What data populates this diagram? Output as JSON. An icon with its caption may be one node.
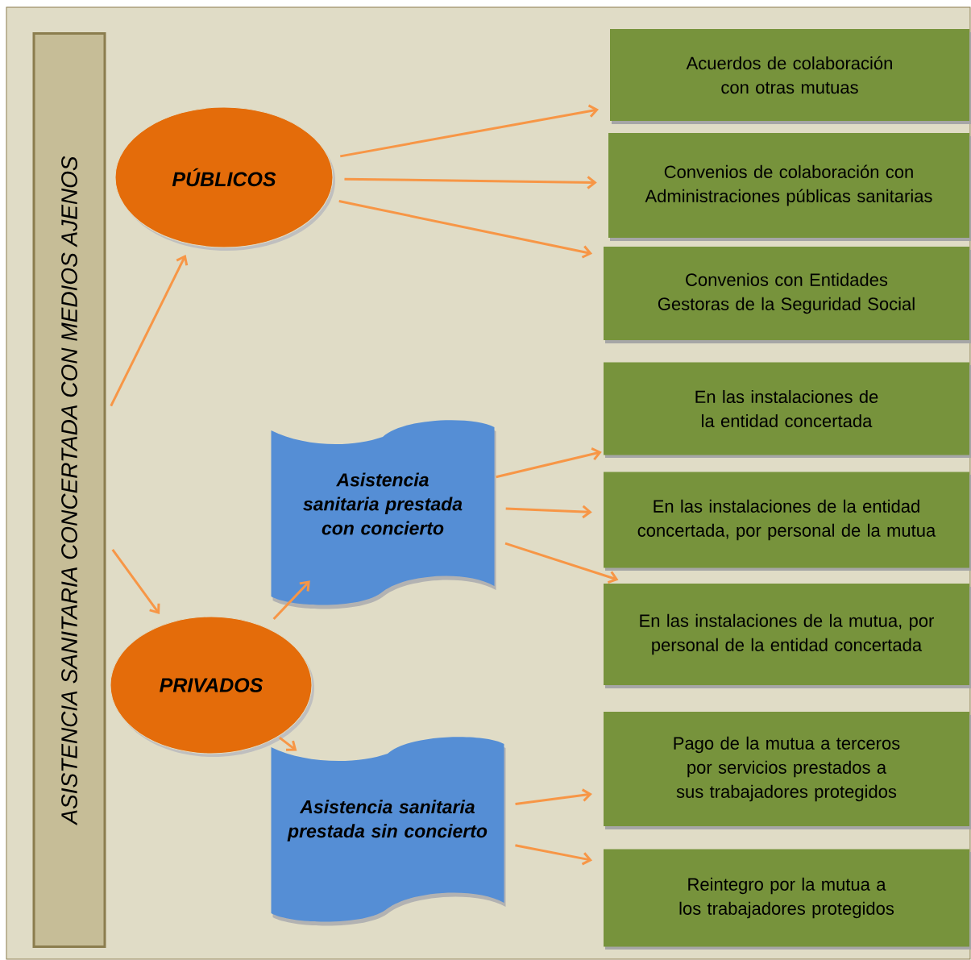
{
  "diagram": {
    "nodes": [
      {
        "text": [
          "ASISTENCIA SANITARIA CONCERTADA CON MEDIOS AJENOS"
        ]
      },
      {
        "text": [
          "PÚBLICOS"
        ]
      },
      {
        "text": [
          "PRIVADOS"
        ]
      },
      {
        "text": [
          "Asistencia sanitaria prestada con concierto"
        ]
      },
      {
        "text": [
          "Asistencia sanitaria prestada sin concierto"
        ]
      },
      {
        "text": [
          "Acuerdos de colaboración con otras mutuas"
        ]
      },
      {
        "text": [
          "Convenios de colaboración con Administraciones públicas sanitarias"
        ]
      },
      {
        "text": [
          "Convenios con Entidades Gestoras de la Seguridad Social"
        ]
      },
      {
        "text": [
          "En las instalaciones de la entidad concertada"
        ]
      },
      {
        "text": [
          "En las instalaciones de la entidad concertada, por personal de la mutua"
        ]
      },
      {
        "text": [
          "En las instalaciones de la mutua, por personal de la entidad concertada"
        ]
      },
      {
        "text": [
          "Pago de la mutua a terceros por servicios prestados a sus trabajadores protegidos"
        ]
      },
      {
        "text": [
          "Reintegro por la mutua a los trabajadores protegidos"
        ]
      }
    ],
    "edges": [
      {
        "from": 0,
        "to": 1,
        "arrow": "to"
      },
      {
        "from": 0,
        "to": 2,
        "arrow": "to"
      },
      {
        "from": 1,
        "to": 5,
        "arrow": "to"
      },
      {
        "from": 1,
        "to": 6,
        "arrow": "to"
      },
      {
        "from": 1,
        "to": 7,
        "arrow": "to"
      },
      {
        "from": 2,
        "to": 3,
        "arrow": "to"
      },
      {
        "from": 2,
        "to": 4,
        "arrow": "to"
      },
      {
        "from": 3,
        "to": 8,
        "arrow": "to"
      },
      {
        "from": 3,
        "to": 9,
        "arrow": "to"
      },
      {
        "from": 3,
        "to": 10,
        "arrow": "to"
      },
      {
        "from": 4,
        "to": 11,
        "arrow": "to"
      },
      {
        "from": 4,
        "to": 12,
        "arrow": "to"
      }
    ]
  }
}
